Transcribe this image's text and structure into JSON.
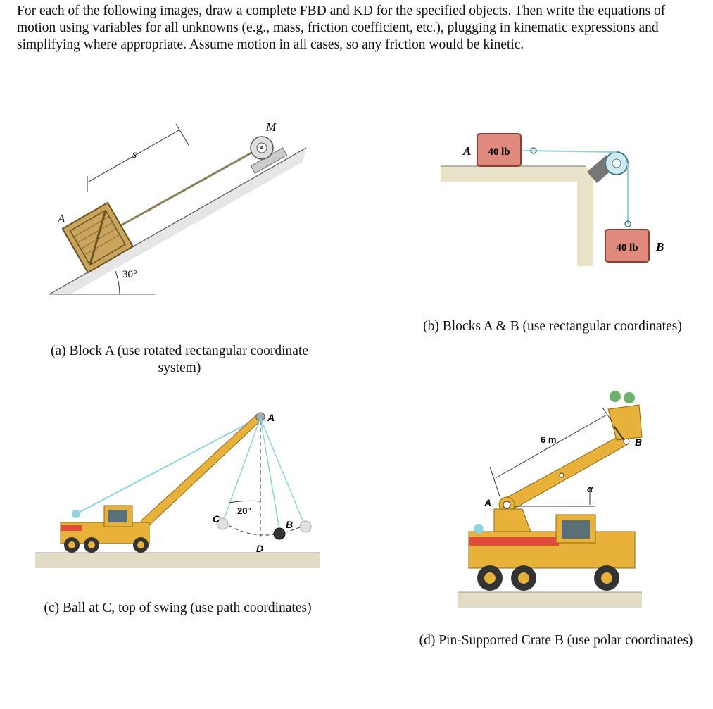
{
  "instructions": "For each of the following images, draw a complete FBD and KD for the specified objects. Then write the equations of motion using variables for all unknowns (e.g., mass, friction coefficient, etc.), plugging in kinematic expressions and simplifying where appropriate. Assume motion in all cases, so any friction would be kinetic.",
  "figure_a": {
    "caption": "(a) Block A (use rotated rectangular coordinate system)",
    "label_s": "s",
    "label_m": "M",
    "label_a": "A",
    "angle": "30°"
  },
  "figure_b": {
    "caption": "(b) Blocks A & B (use rectangular coordinates)",
    "label_a": "A",
    "label_b": "B",
    "weight_a": "40 lb",
    "weight_b": "40 lb"
  },
  "figure_c": {
    "caption": "(c) Ball at C, top of swing (use path coordinates)",
    "label_a": "A",
    "label_b": "B",
    "label_c": "C",
    "label_d": "D",
    "angle": "20°"
  },
  "figure_d": {
    "caption": "(d) Pin-Supported Crate B (use polar coordinates)",
    "label_a": "A",
    "label_b": "B",
    "length": "6 m",
    "angle_symbol": "α"
  },
  "colors": {
    "crane_yellow": "#e8b23a",
    "cable_blue": "#8fd3df",
    "block_red": "#e08a7e",
    "ground": "#e3dcc6"
  }
}
